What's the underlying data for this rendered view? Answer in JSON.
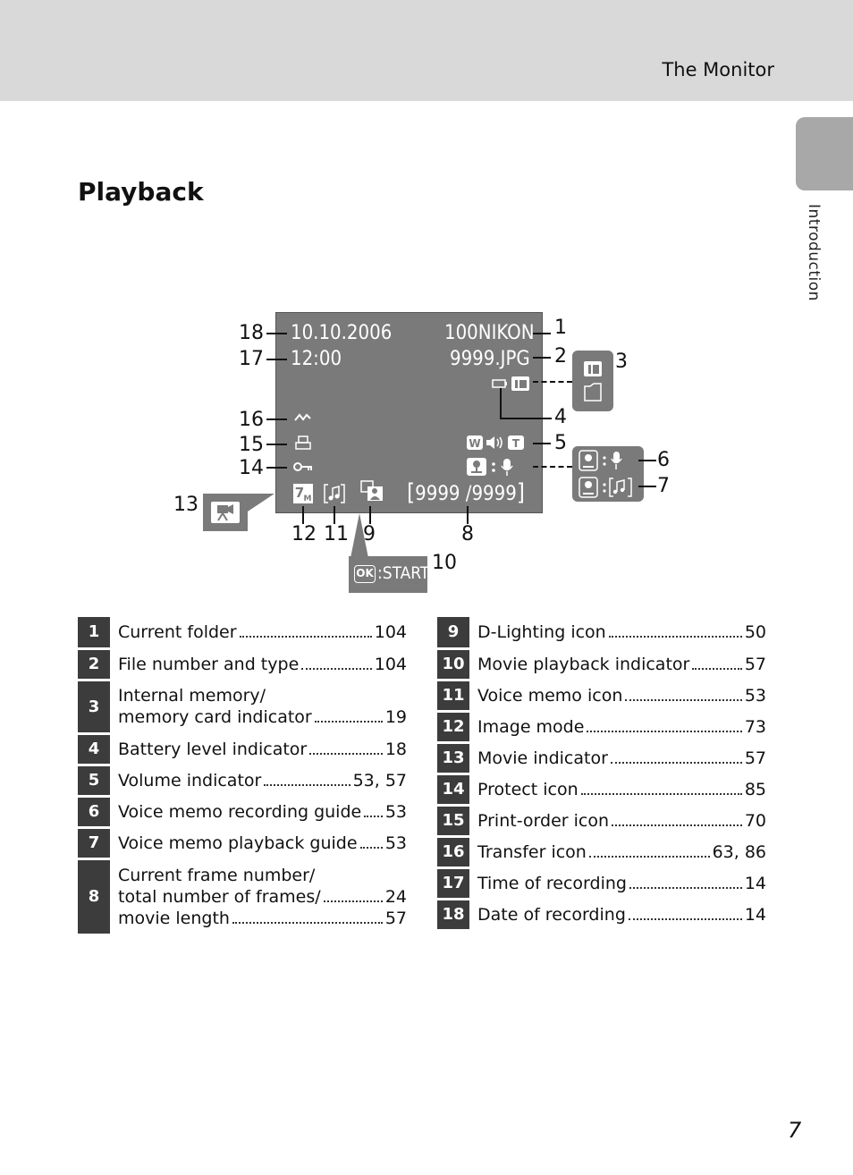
{
  "header": {
    "title": "The Monitor"
  },
  "side_tab": {
    "label": "Introduction"
  },
  "page": {
    "title": "Playback",
    "number": "7"
  },
  "screen": {
    "date": "10.10.2006",
    "time": "12:00",
    "folder": "100NIKON",
    "file": "9999.JPG",
    "frame_counter": "9999 /9999",
    "ok_label": "OK",
    "start_label": ":START",
    "voice_sep": ":"
  },
  "callouts": [
    "1",
    "2",
    "3",
    "4",
    "5",
    "6",
    "7",
    "8",
    "9",
    "10",
    "11",
    "12",
    "13",
    "14",
    "15",
    "16",
    "17",
    "18"
  ],
  "left_table": [
    {
      "num": "1",
      "lines": [
        {
          "label": "Current folder",
          "page": "104"
        }
      ]
    },
    {
      "num": "2",
      "lines": [
        {
          "label": "File number and type",
          "page": "104"
        }
      ]
    },
    {
      "num": "3",
      "lines": [
        {
          "label": "Internal memory/",
          "page": ""
        },
        {
          "label": "memory card indicator",
          "page": "19"
        }
      ]
    },
    {
      "num": "4",
      "lines": [
        {
          "label": "Battery level indicator",
          "page": "18"
        }
      ]
    },
    {
      "num": "5",
      "lines": [
        {
          "label": "Volume indicator",
          "page": "53, 57"
        }
      ]
    },
    {
      "num": "6",
      "lines": [
        {
          "label": "Voice memo recording guide",
          "page": "53"
        }
      ]
    },
    {
      "num": "7",
      "lines": [
        {
          "label": "Voice memo playback guide",
          "page": "53"
        }
      ]
    },
    {
      "num": "8",
      "lines": [
        {
          "label": "Current frame number/",
          "page": ""
        },
        {
          "label": "total number of frames/",
          "page": "24"
        },
        {
          "label": "movie length",
          "page": "57"
        }
      ]
    }
  ],
  "right_table": [
    {
      "num": "9",
      "lines": [
        {
          "label": "D-Lighting icon",
          "page": "50"
        }
      ]
    },
    {
      "num": "10",
      "lines": [
        {
          "label": "Movie playback indicator",
          "page": "57"
        }
      ]
    },
    {
      "num": "11",
      "lines": [
        {
          "label": "Voice memo icon",
          "page": "53"
        }
      ]
    },
    {
      "num": "12",
      "lines": [
        {
          "label": "Image mode",
          "page": "73"
        }
      ]
    },
    {
      "num": "13",
      "lines": [
        {
          "label": "Movie indicator",
          "page": "57"
        }
      ]
    },
    {
      "num": "14",
      "lines": [
        {
          "label": "Protect icon",
          "page": "85"
        }
      ]
    },
    {
      "num": "15",
      "lines": [
        {
          "label": "Print-order icon",
          "page": "70"
        }
      ]
    },
    {
      "num": "16",
      "lines": [
        {
          "label": "Transfer icon",
          "page": "63, 86"
        }
      ]
    },
    {
      "num": "17",
      "lines": [
        {
          "label": "Time of recording",
          "page": "14"
        }
      ]
    },
    {
      "num": "18",
      "lines": [
        {
          "label": "Date of recording",
          "page": "14"
        }
      ]
    }
  ]
}
